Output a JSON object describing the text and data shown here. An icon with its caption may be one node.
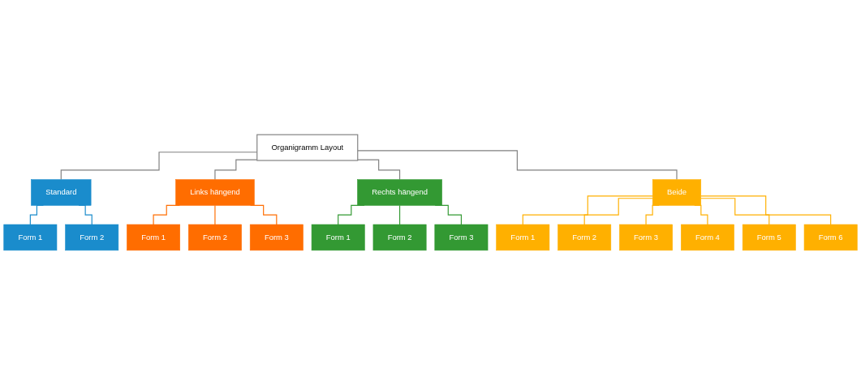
{
  "diagram": {
    "nodes": [
      {
        "text": [
          "Organigramm Layout"
        ]
      },
      {
        "text": [
          "Standard"
        ]
      },
      {
        "text": [
          "Links hängend"
        ]
      },
      {
        "text": [
          "Rechts hängend"
        ]
      },
      {
        "text": [
          "Beide"
        ]
      },
      {
        "text": [
          "Form 1"
        ]
      },
      {
        "text": [
          "Form 2"
        ]
      },
      {
        "text": [
          "Form 1"
        ]
      },
      {
        "text": [
          "Form 2"
        ]
      },
      {
        "text": [
          "Form 3"
        ]
      },
      {
        "text": [
          "Form 1"
        ]
      },
      {
        "text": [
          "Form 2"
        ]
      },
      {
        "text": [
          "Form 3"
        ]
      },
      {
        "text": [
          "Form 1"
        ]
      },
      {
        "text": [
          "Form 2"
        ]
      },
      {
        "text": [
          "Form 3"
        ]
      },
      {
        "text": [
          "Form 4"
        ]
      },
      {
        "text": [
          "Form 5"
        ]
      },
      {
        "text": [
          "Form 6"
        ]
      }
    ],
    "edges": [
      {
        "from": 0,
        "to": 1,
        "arrow": "none",
        "color": "#808080"
      },
      {
        "from": 0,
        "to": 2,
        "arrow": "none",
        "color": "#808080"
      },
      {
        "from": 0,
        "to": 3,
        "arrow": "none",
        "color": "#808080"
      },
      {
        "from": 0,
        "to": 4,
        "arrow": "none",
        "color": "#808080"
      },
      {
        "from": 1,
        "to": 5,
        "arrow": "none",
        "color": "#1a8ccc"
      },
      {
        "from": 1,
        "to": 6,
        "arrow": "none",
        "color": "#1a8ccc"
      },
      {
        "from": 2,
        "to": 7,
        "arrow": "none",
        "color": "#ff6d00"
      },
      {
        "from": 2,
        "to": 8,
        "arrow": "none",
        "color": "#ff6d00"
      },
      {
        "from": 2,
        "to": 9,
        "arrow": "none",
        "color": "#ff6d00"
      },
      {
        "from": 3,
        "to": 10,
        "arrow": "none",
        "color": "#339933"
      },
      {
        "from": 3,
        "to": 11,
        "arrow": "none",
        "color": "#339933"
      },
      {
        "from": 3,
        "to": 12,
        "arrow": "none",
        "color": "#339933"
      },
      {
        "from": 4,
        "to": 13,
        "arrow": "none"
      },
      {
        "from": 4,
        "to": 14,
        "arrow": "none"
      },
      {
        "from": 4,
        "to": 15,
        "arrow": "none"
      },
      {
        "from": 4,
        "to": 16,
        "arrow": "none"
      },
      {
        "from": 4,
        "to": 17,
        "arrow": "none"
      },
      {
        "from": 4,
        "to": 18,
        "arrow": "none"
      }
    ]
  }
}
